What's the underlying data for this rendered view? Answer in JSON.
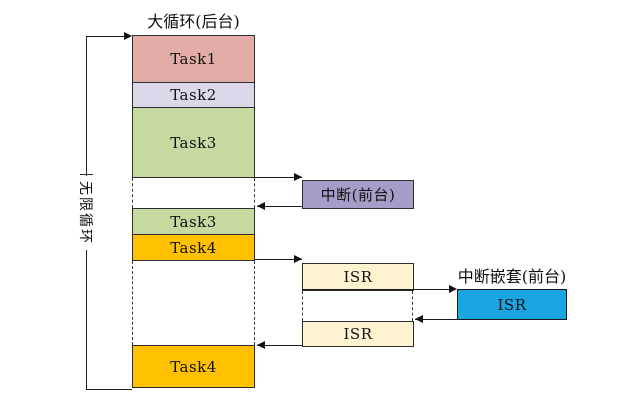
{
  "diagram": {
    "top_title": "大循环(后台)",
    "loop_label": "无限循环",
    "column": {
      "tasks": [
        {
          "label": "Task1",
          "color": "#e2aca7"
        },
        {
          "label": "Task2",
          "color": "#dcd8ea"
        },
        {
          "label": "Task3",
          "color": "#c6d9a1"
        },
        {
          "label": "Task3",
          "color": "#c6d9a1"
        },
        {
          "label": "Task4",
          "color": "#ffc000"
        },
        {
          "label": "Task4",
          "color": "#ffc000"
        }
      ]
    },
    "interrupt_box": {
      "label": "中断(前台)",
      "color": "#a89cc9"
    },
    "isr_boxes": [
      {
        "label": "ISR",
        "color": "#fdf3d0"
      },
      {
        "label": "ISR",
        "color": "#fdf3d0"
      }
    ],
    "nested_interrupt": {
      "title": "中断嵌套(前台)",
      "isr_label": "ISR",
      "color": "#19a5e2"
    },
    "line_color": "#1c1c1c"
  }
}
